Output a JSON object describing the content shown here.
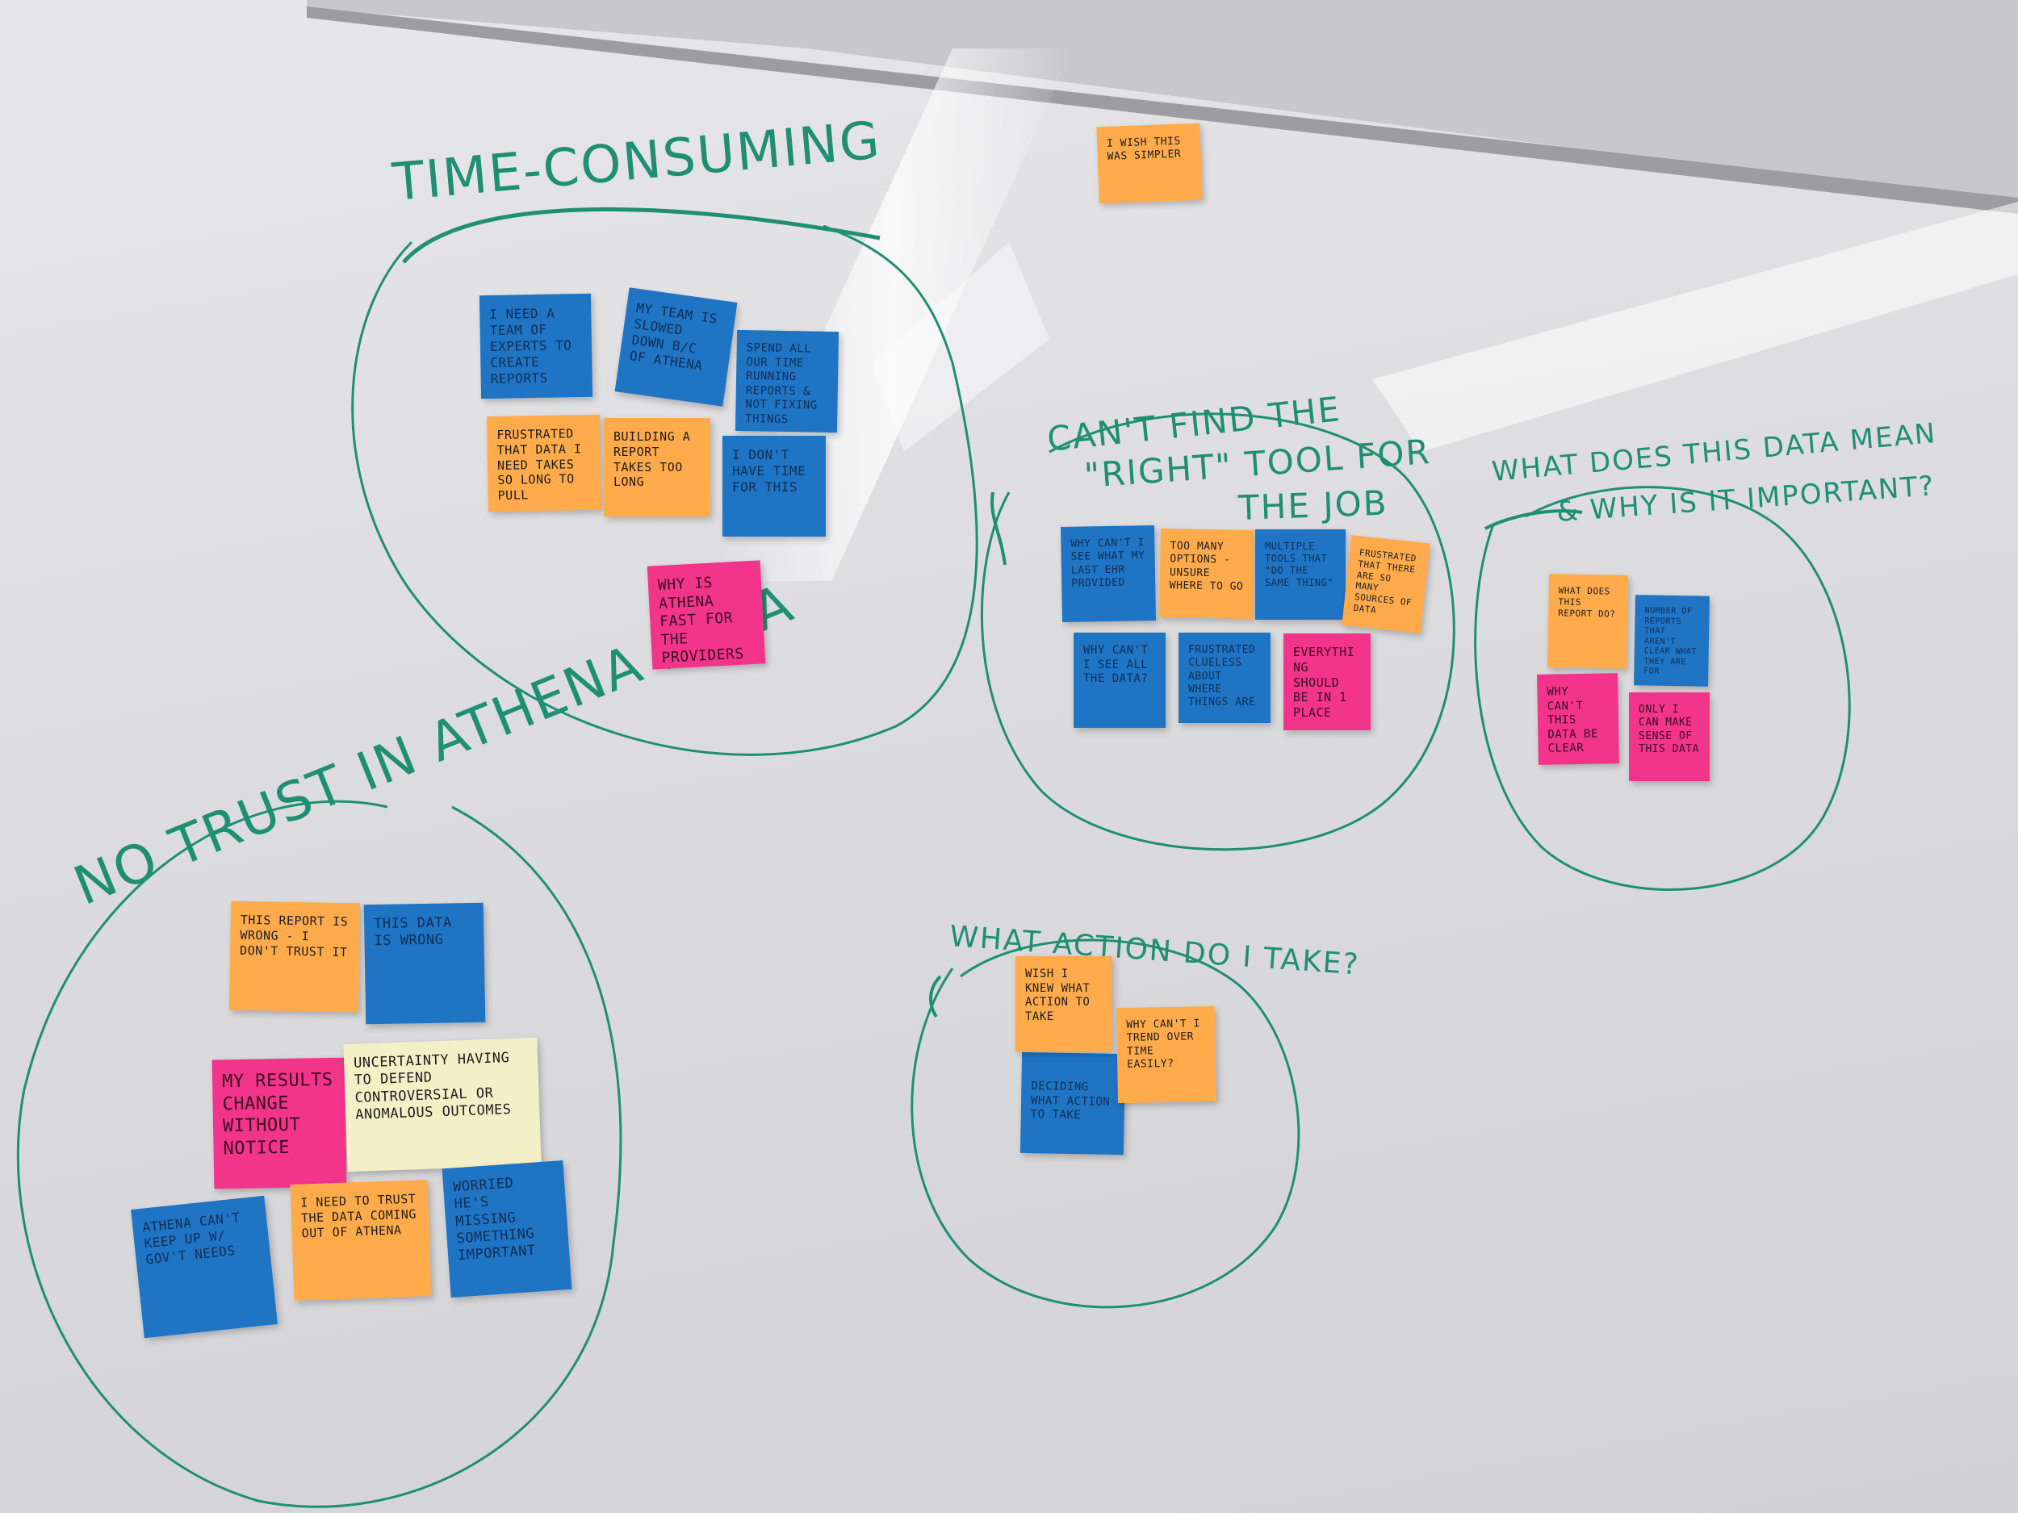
{
  "colors": {
    "marker": "#1f8f72",
    "board": "#dedee1",
    "note_blue": "#1f74c4",
    "note_orange": "#ffab4c",
    "note_pink": "#f2358a",
    "note_cream": "#f3f0c8"
  },
  "clusters": [
    {
      "id": "time",
      "heading": "TIME-CONSUMING",
      "notes": [
        {
          "id": "t1",
          "color": "blue",
          "text": "I NEED A TEAM OF EXPERTS TO CREATE REPORTS"
        },
        {
          "id": "t2",
          "color": "blue",
          "text": "MY TEAM IS SLOWED DOWN B/C OF ATHENA"
        },
        {
          "id": "t3",
          "color": "blue",
          "text": "SPEND ALL OUR TIME RUNNING REPORTS & NOT FIXING THINGS"
        },
        {
          "id": "t4",
          "color": "orange",
          "text": "FRUSTRATED THAT DATA I NEED TAKES SO LONG TO PULL"
        },
        {
          "id": "t5",
          "color": "orange",
          "text": "BUILDING A REPORT TAKES TOO LONG"
        },
        {
          "id": "t6",
          "color": "blue",
          "text": "I DON'T HAVE TIME FOR THIS"
        },
        {
          "id": "t7",
          "color": "pink",
          "text": "WHY IS ATHENA FAST FOR THE PROVIDERS"
        }
      ]
    },
    {
      "id": "tool",
      "heading_lines": [
        "CAN'T FIND THE",
        "\"RIGHT\" TOOL FOR",
        "THE JOB"
      ],
      "notes": [
        {
          "id": "r1",
          "color": "blue",
          "text": "WHY CAN'T I SEE WHAT MY LAST EHR PROVIDED"
        },
        {
          "id": "r2",
          "color": "orange",
          "text": "TOO MANY OPTIONS - UNSURE WHERE TO GO"
        },
        {
          "id": "r3",
          "color": "blue",
          "text": "MULTIPLE TOOLS THAT \"DO THE SAME THING\""
        },
        {
          "id": "r4",
          "color": "orange",
          "text": "FRUSTRATED THAT THERE ARE SO MANY SOURCES OF DATA"
        },
        {
          "id": "r5",
          "color": "blue",
          "text": "WHY CAN'T I SEE ALL THE DATA?"
        },
        {
          "id": "r6",
          "color": "blue",
          "text": "FRUSTRATED CLUELESS ABOUT WHERE THINGS ARE"
        },
        {
          "id": "r7",
          "color": "pink",
          "text": "EVERYTHING SHOULD BE IN 1 PLACE"
        }
      ]
    },
    {
      "id": "meaning",
      "heading_lines": [
        "WHAT DOES THIS DATA MEAN",
        "& WHY IS IT IMPORTANT?"
      ],
      "notes": [
        {
          "id": "m1",
          "color": "orange",
          "text": "WHAT DOES THIS REPORT DO?"
        },
        {
          "id": "m2",
          "color": "blue",
          "text": "NUMBER OF REPORTS THAT AREN'T CLEAR WHAT THEY ARE FOR"
        },
        {
          "id": "m3",
          "color": "pink",
          "text": "WHY CAN'T THIS DATA BE CLEAR"
        },
        {
          "id": "m4",
          "color": "pink",
          "text": "ONLY I CAN MAKE SENSE OF THIS DATA"
        }
      ]
    },
    {
      "id": "trust",
      "heading": "NO TRUST IN ATHENA DATA",
      "notes": [
        {
          "id": "n1",
          "color": "orange",
          "text": "THIS REPORT IS WRONG - I DON'T TRUST IT"
        },
        {
          "id": "n2",
          "color": "blue",
          "text": "THIS DATA IS WRONG"
        },
        {
          "id": "n3",
          "color": "pink",
          "text": "MY RESULTS CHANGE WITHOUT NOTICE"
        },
        {
          "id": "n4",
          "color": "cream",
          "text": "UNCERTAINTY HAVING TO DEFEND CONTROVERSIAL OR ANOMALOUS OUTCOMES"
        },
        {
          "id": "n5",
          "color": "blue",
          "text": "ATHENA CAN'T KEEP UP W/ GOV'T NEEDS"
        },
        {
          "id": "n6",
          "color": "orange",
          "text": "I NEED TO TRUST THE DATA COMING OUT OF ATHENA"
        },
        {
          "id": "n7",
          "color": "blue",
          "text": "WORRIED HE'S MISSING SOMETHING IMPORTANT"
        }
      ]
    },
    {
      "id": "action",
      "heading": "WHAT ACTION DO I TAKE?",
      "notes": [
        {
          "id": "a1",
          "color": "orange",
          "text": "WISH I KNEW WHAT ACTION TO TAKE"
        },
        {
          "id": "a2",
          "color": "orange",
          "text": "WHY CAN'T I TREND OVER TIME EASILY?"
        },
        {
          "id": "a3",
          "color": "blue",
          "text": "DECIDING WHAT ACTION TO TAKE"
        }
      ]
    }
  ],
  "loose_notes": [
    {
      "id": "top",
      "color": "orange",
      "text": "I WISH THIS WAS SIMPLER"
    }
  ]
}
